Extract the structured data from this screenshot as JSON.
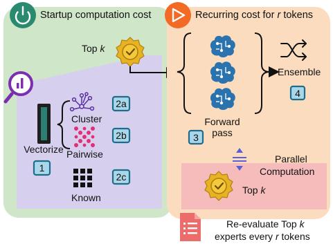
{
  "startup": {
    "title": "Startup computation cost",
    "top_k_label": "Top ",
    "top_k_var": "k",
    "vectorize_label": "Vectorize",
    "vectorize_badge": "1",
    "cluster_label": "Cluster",
    "cluster_badge": "2a",
    "pairwise_label": "Pairwise",
    "pairwise_badge": "2b",
    "known_label": "Known",
    "known_badge": "2c"
  },
  "recurring": {
    "title_prefix": "Recurring cost for ",
    "title_var": "r",
    "title_suffix": " tokens",
    "forward_label_line1": "Forward",
    "forward_label_line2": "pass",
    "forward_badge": "3",
    "ensemble_label": "Ensemble",
    "ensemble_badge": "4",
    "parallel_line1": "Parallel",
    "parallel_line2": "Computation",
    "top_k_label": "Top ",
    "top_k_var": "k",
    "reeval_line1_prefix": "Re-evaluate Top ",
    "reeval_line1_var": "k",
    "reeval_line2_prefix": "experts every ",
    "reeval_line2_var": "r",
    "reeval_line2_suffix": " tokens"
  },
  "colors": {
    "startup_bg": "#cfe6c9",
    "recurring_bg": "#fbdcbf",
    "purple_region": "#d6d0ee",
    "parallel_band": "#f6bcbc",
    "power_icon_bg": "#2a8a70",
    "play_icon_bg": "#f26a24",
    "brain_icon": "#2b73ae",
    "badge_fill": "#a9d6e8",
    "badge_stroke": "#1e6c8c",
    "medal_gold": "#e7b325",
    "magnifier": "#7b2fb0",
    "doc_icon": "#ec6b6b"
  }
}
